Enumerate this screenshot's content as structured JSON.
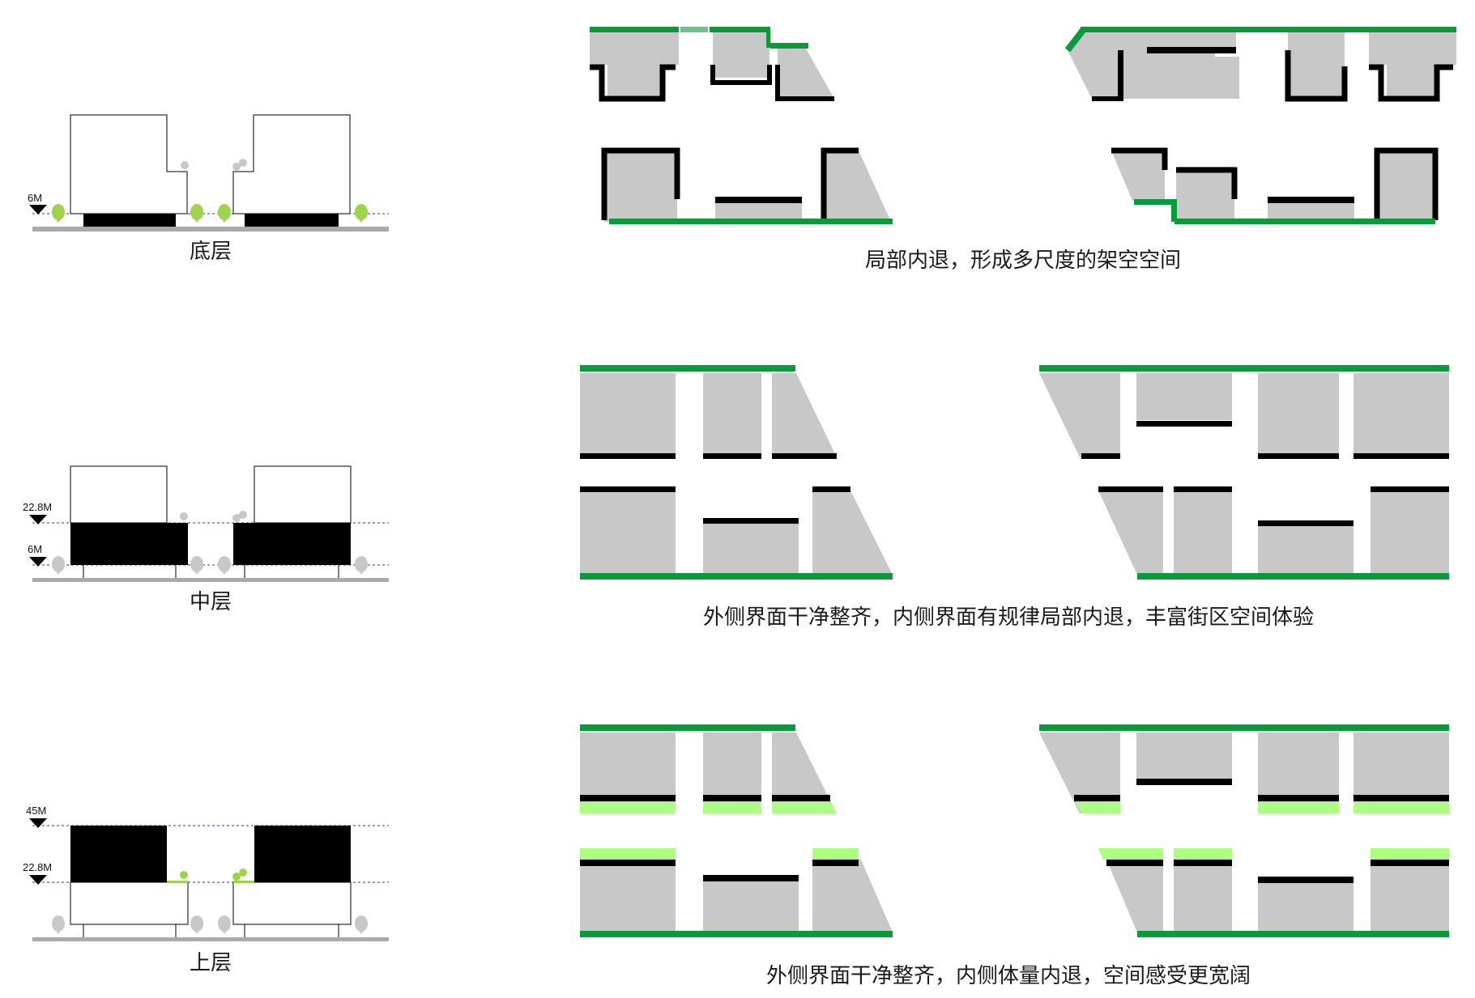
{
  "sections": [
    {
      "layer_label": "底层",
      "caption": "局部内退，形成多尺度的架空空间",
      "elevation_marks": [
        "6M"
      ]
    },
    {
      "layer_label": "中层",
      "caption": "外侧界面干净整齐，内侧界面有规律局部内退，丰富街区空间体验",
      "elevation_marks": [
        "22.8M",
        "6M"
      ]
    },
    {
      "layer_label": "上层",
      "caption": "外侧界面干净整齐，内侧体量内退，空间感受更宽阔",
      "elevation_marks": [
        "45M",
        "22.8M"
      ]
    }
  ],
  "colors": {
    "building_fill": "#c8c8c8",
    "edge_dark": "#000000",
    "edge_green": "#0a9a3c",
    "edge_light_green": "#aaff80",
    "tree_green": "#9fd44a",
    "tree_grey": "#c8c8c8",
    "ground": "#aaaaaa",
    "level_line": "#1f3f99"
  }
}
